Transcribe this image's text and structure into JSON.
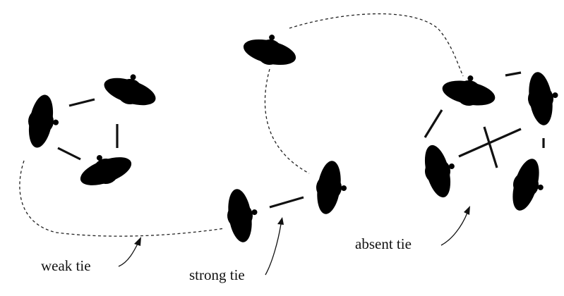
{
  "labels": {
    "weak_tie": "weak tie",
    "strong_tie": "strong tie",
    "absent_tie": "absent tie"
  },
  "colors": {
    "ink": "#111111",
    "background": "#ffffff"
  }
}
